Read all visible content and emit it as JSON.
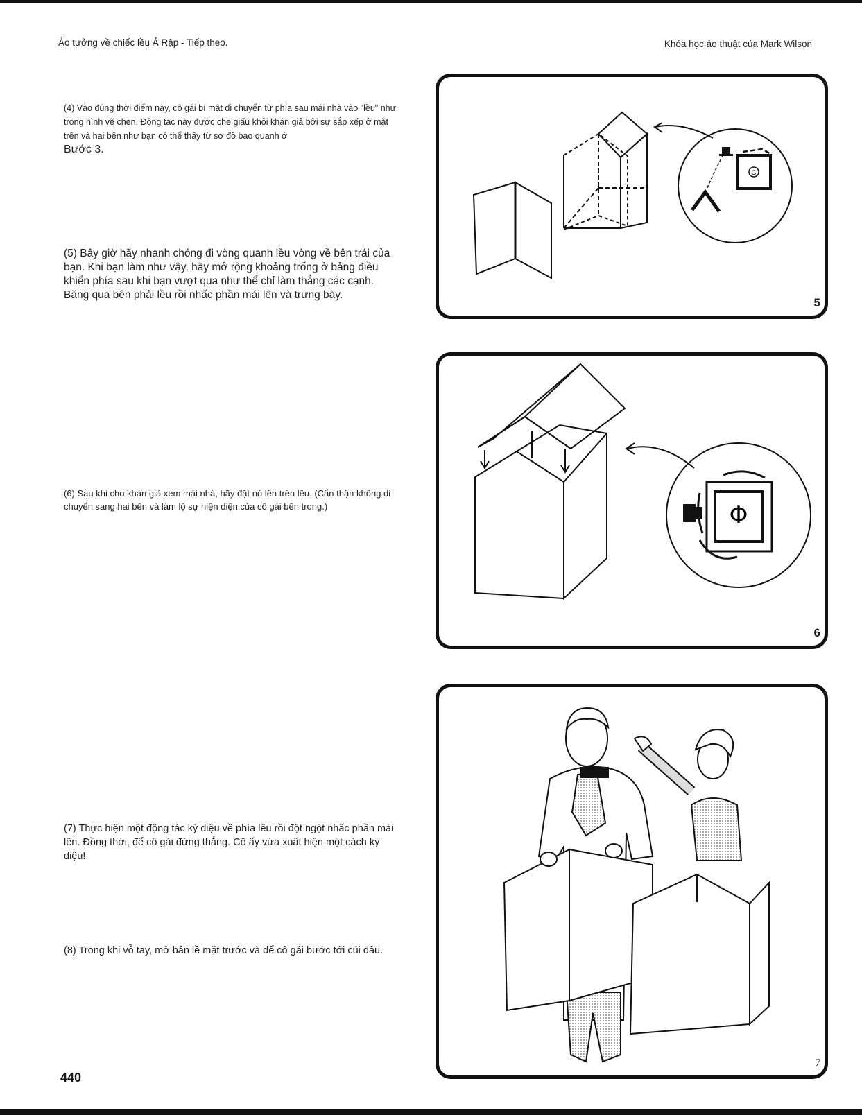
{
  "header": {
    "left": "Ảo tưởng về chiếc lều Ả Rập - Tiếp theo.",
    "right": "Khóa học ảo thuật của Mark Wilson"
  },
  "steps": {
    "s4_text": "(4) Vào đúng thời điểm này, cô gái bí mật di chuyển từ phía sau mái nhà vào \"lều\" như trong hình vẽ chèn. Động tác này được che giấu khỏi khán giả bởi sự sắp xếp ở mặt trên và hai bên như bạn có thể thấy từ sơ đồ bao quanh ở",
    "s4_tail": "Bước 3.",
    "s5": "(5) Bây giờ hãy nhanh chóng đi vòng quanh lều vòng về bên trái của bạn. Khi bạn làm như vậy, hãy mở rộng khoảng trống ở bảng điều khiển phía sau khi bạn vượt qua như thể chỉ làm thẳng các cạnh. Băng qua bên phải lều rồi nhấc phần mái lên và trưng bày.",
    "s6": "(6) Sau khi cho khán giả xem mái nhà, hãy đặt nó lên trên lều. (Cẩn thận không di chuyển sang hai bên và làm lộ sự hiện diện của cô gái bên trong.)",
    "s7": "(7) Thực hiện một động tác kỳ diệu về phía lều rồi đột ngột nhấc phần mái lên. Đồng thời, để cô gái đứng thẳng. Cô ấy vừa xuất hiện một cách kỳ diệu!",
    "s8": "(8) Trong khi vỗ tay, mở bản lề mặt trước và để cô gái bước tới cúi đầu."
  },
  "panels": {
    "p5_number": "5",
    "p5_marker": "G",
    "p6_number": "6",
    "p6_marker": "Φ",
    "p7_number": "7"
  },
  "page_number": "440"
}
